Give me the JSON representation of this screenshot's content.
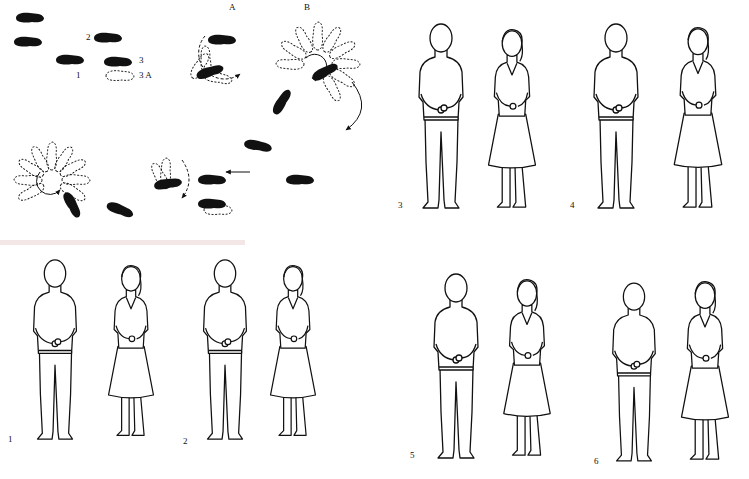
{
  "diagram": {
    "labels": [
      "1",
      "2",
      "3",
      "3 A",
      "A",
      "B",
      "1",
      "2",
      "3",
      "4",
      "5",
      "6"
    ]
  }
}
